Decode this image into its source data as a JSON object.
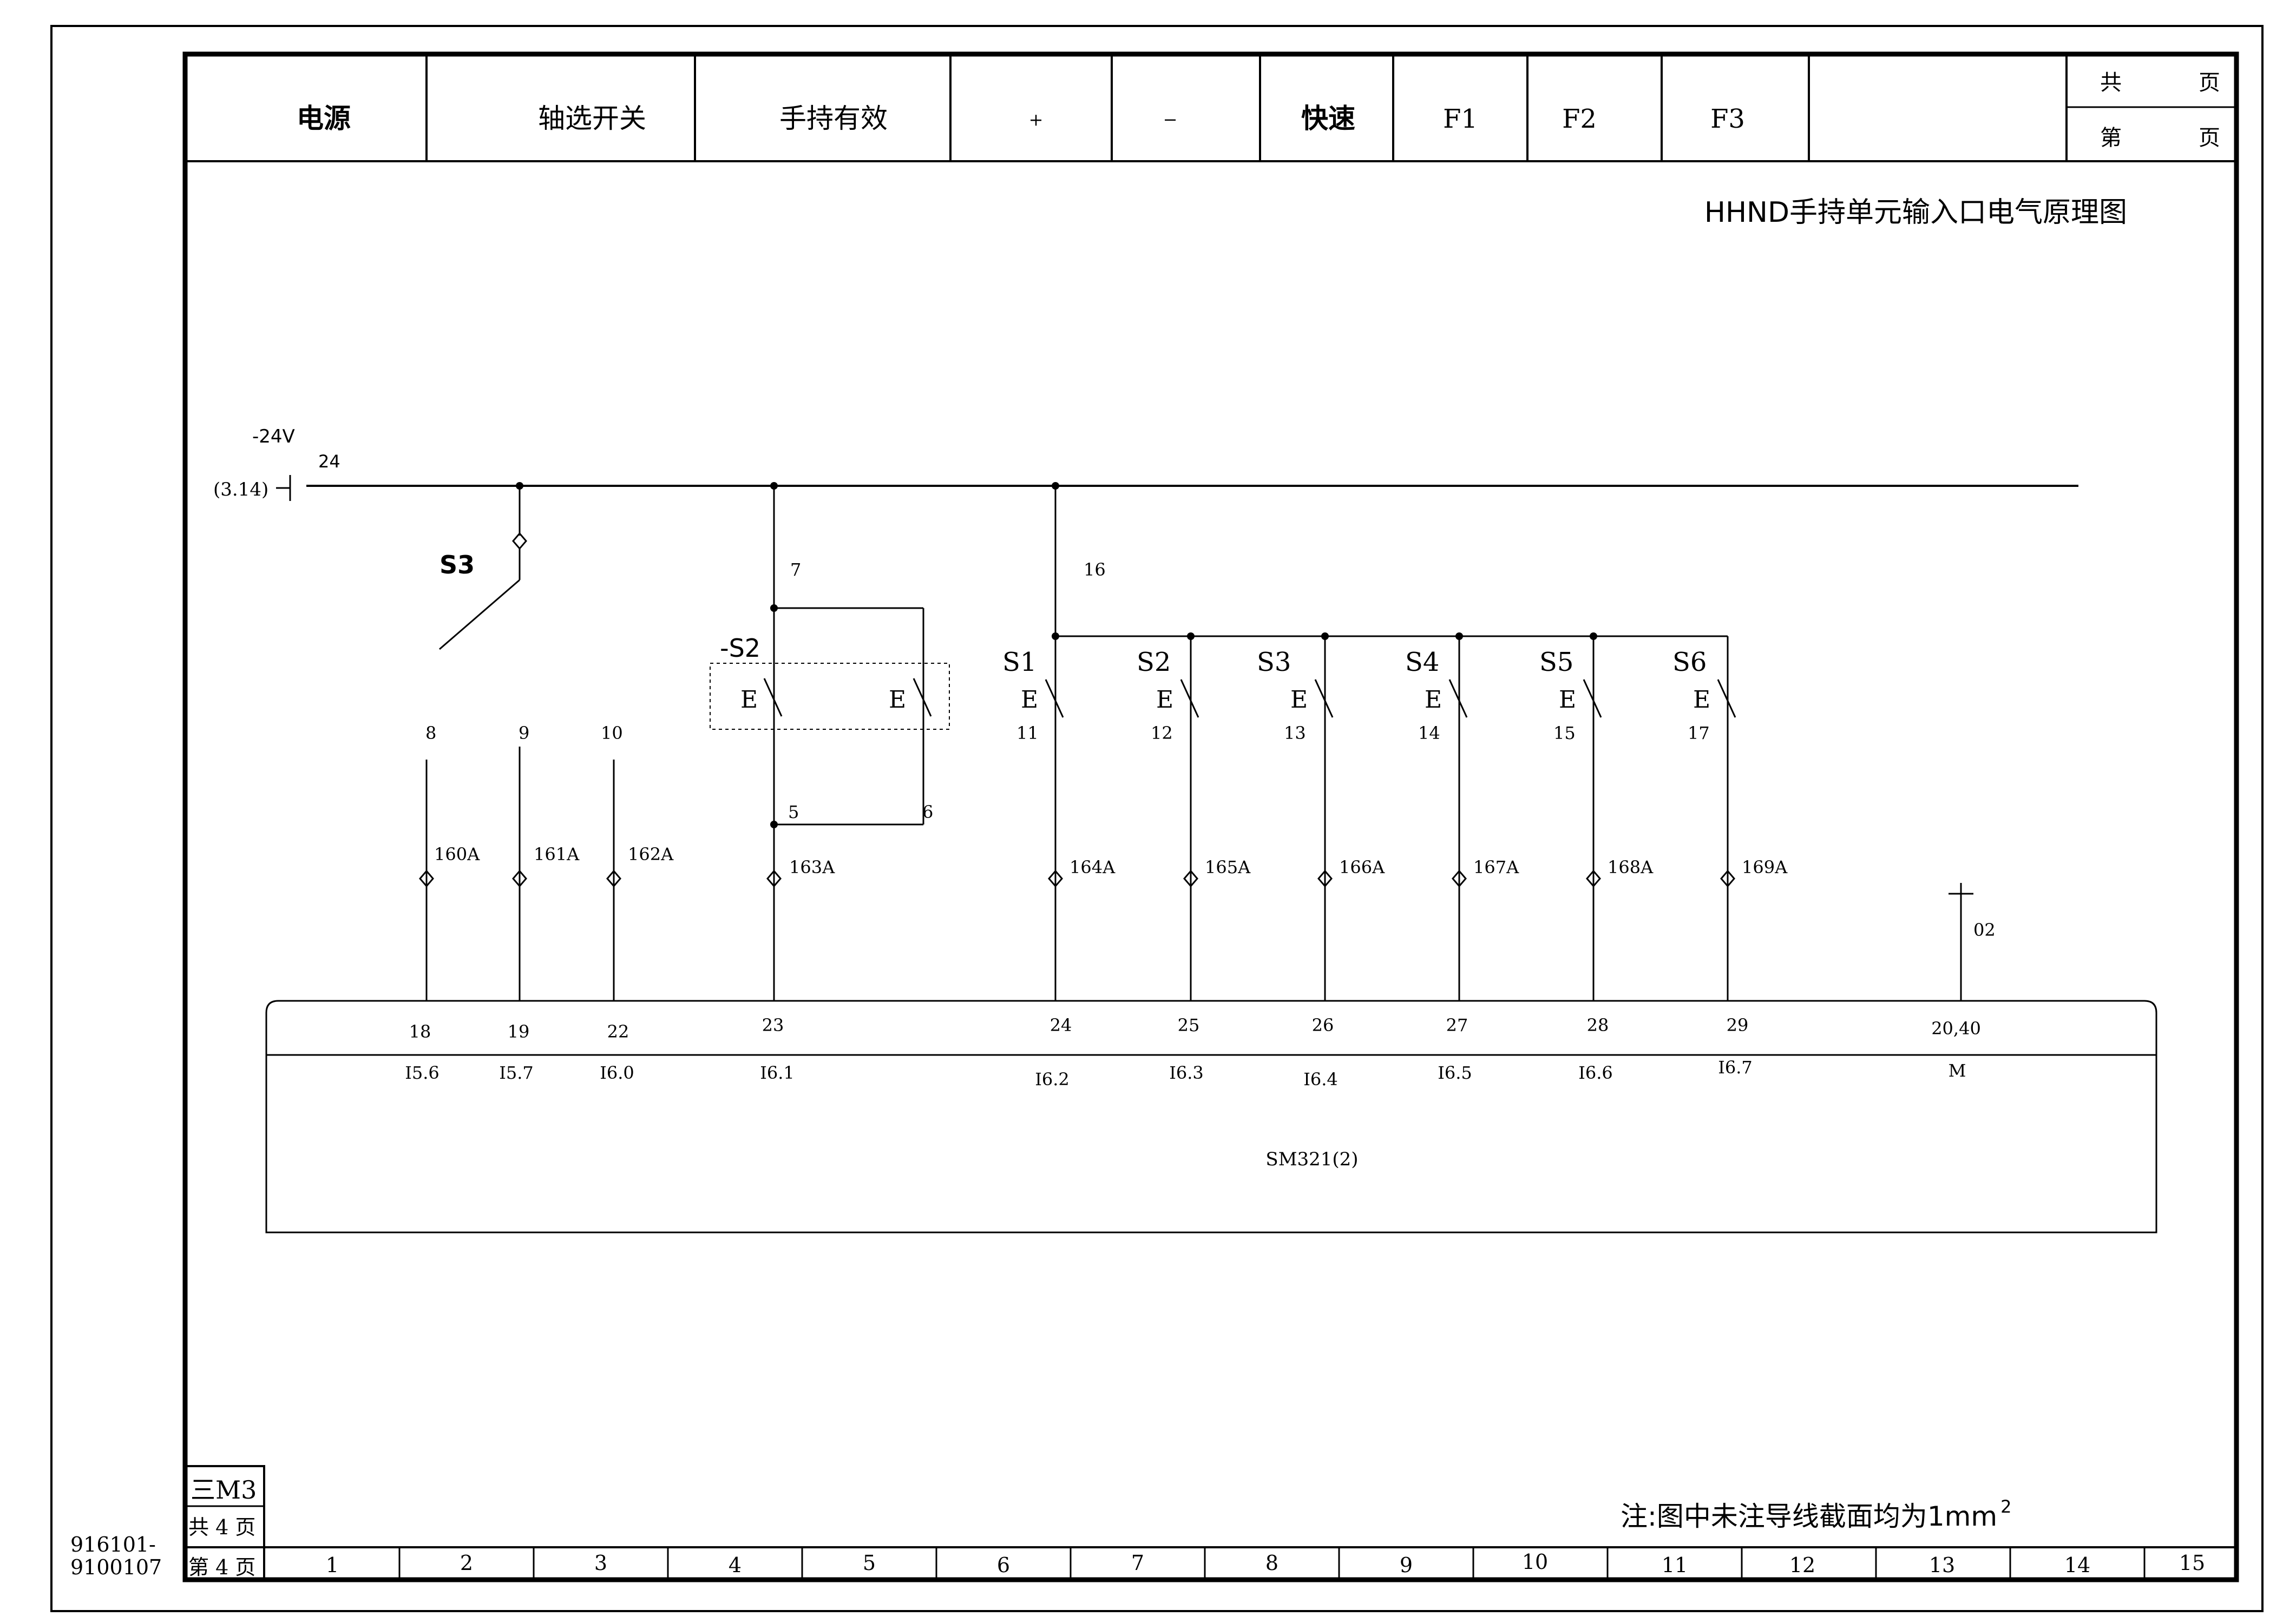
{
  "header": {
    "columns": [
      "电源",
      "轴选开关",
      "手持有效",
      "+",
      "−",
      "快速",
      "F1",
      "F2",
      "F3",
      ""
    ],
    "total_pages_label": [
      "共",
      "页"
    ],
    "page_label": [
      "第",
      "页"
    ]
  },
  "title": "HHND手持单元输入口电气原理图",
  "supply": {
    "voltage": "-24V",
    "ref": "(3.14)",
    "wire": "24"
  },
  "switch_s3": {
    "label": "S3",
    "wires": [
      "8",
      "9",
      "10"
    ]
  },
  "enable_s2": {
    "label": "-S2",
    "wire_in": "7",
    "wire_out_a": "5",
    "wire_out_b": "6"
  },
  "pushbutton_feed_wire": "16",
  "pushbuttons": [
    {
      "label": "S1",
      "wire": "11"
    },
    {
      "label": "S2",
      "wire": "12"
    },
    {
      "label": "S3",
      "wire": "13"
    },
    {
      "label": "S4",
      "wire": "14"
    },
    {
      "label": "S5",
      "wire": "15"
    },
    {
      "label": "S6",
      "wire": "17"
    }
  ],
  "terminal_wires": [
    "160A",
    "161A",
    "162A",
    "163A",
    "164A",
    "165A",
    "166A",
    "167A",
    "168A",
    "169A"
  ],
  "ground_wire": "02",
  "module": {
    "name": "SM321(2)",
    "pins": [
      "18",
      "19",
      "22",
      "23",
      "24",
      "25",
      "26",
      "27",
      "28",
      "29",
      "20,40"
    ],
    "addresses": [
      "I5.6",
      "I5.7",
      "I6.0",
      "I6.1",
      "I6.2",
      "I6.3",
      "I6.4",
      "I6.5",
      "I6.6",
      "I6.7",
      "M"
    ]
  },
  "note": {
    "text": "注:图中未注导线截面均为1mm",
    "sup": "2"
  },
  "titleblock": {
    "sheet_code": "三M3",
    "total_pages": "共 4 页",
    "page_no": "第 4 页",
    "drawing_no_1": "916101-",
    "drawing_no_2": "9100107"
  },
  "grid_numbers": [
    "1",
    "2",
    "3",
    "4",
    "5",
    "6",
    "7",
    "8",
    "9",
    "10",
    "11",
    "12",
    "13",
    "14",
    "15"
  ]
}
